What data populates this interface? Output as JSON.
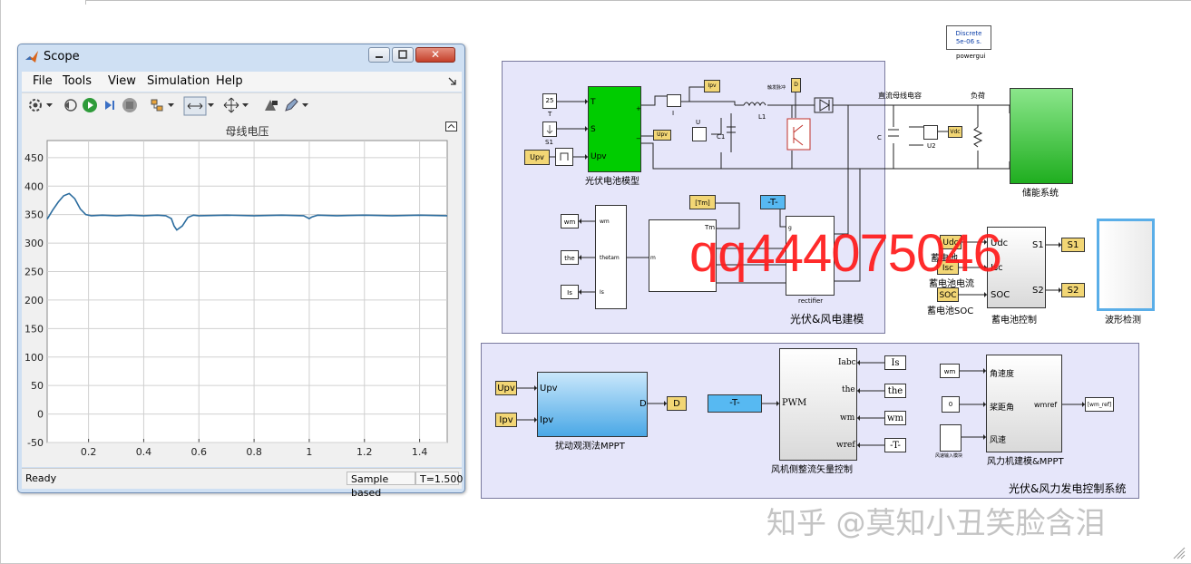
{
  "scope": {
    "title": "Scope",
    "menus": [
      "File",
      "Tools",
      "View",
      "Simulation",
      "Help"
    ],
    "plot_title": "母线电压",
    "status": {
      "left": "Ready",
      "mode": "Sample based",
      "time": "T=1.500"
    }
  },
  "chart_data": {
    "type": "line",
    "title": "母线电压",
    "xlim": [
      0.05,
      1.5
    ],
    "ylim": [
      -50,
      480
    ],
    "xticks": [
      0.2,
      0.4,
      0.6,
      0.8,
      1,
      1.2,
      1.4
    ],
    "xtick_labels": [
      "0.2",
      "0.4",
      "0.6",
      "0.8",
      "1",
      "1.2",
      "1.4"
    ],
    "yticks": [
      450,
      400,
      350,
      300,
      250,
      200,
      150,
      100,
      50,
      0,
      -50
    ],
    "ytick_labels": [
      "450",
      "400",
      "350",
      "300",
      "250",
      "200",
      "150",
      "100",
      "50",
      "0",
      "-50"
    ],
    "grid": true,
    "series": [
      {
        "x": [
          0.05,
          0.07,
          0.09,
          0.11,
          0.13,
          0.15,
          0.17,
          0.19,
          0.21,
          0.25,
          0.3,
          0.35,
          0.4,
          0.45,
          0.48,
          0.5,
          0.51,
          0.52,
          0.54,
          0.56,
          0.58,
          0.6,
          0.7,
          0.8,
          0.9,
          0.98,
          1.0,
          1.01,
          1.03,
          1.1,
          1.2,
          1.3,
          1.4,
          1.5
        ],
        "y": [
          342,
          358,
          372,
          383,
          387,
          378,
          360,
          350,
          348,
          349,
          348,
          349,
          348,
          349,
          348,
          343,
          330,
          323,
          330,
          345,
          349,
          348,
          349,
          348,
          349,
          348,
          343,
          346,
          349,
          348,
          349,
          348,
          349,
          348
        ],
        "color": "#2b6c9e"
      }
    ]
  },
  "model": {
    "powergui": {
      "line1": "Discrete",
      "line2": "5e-06 s.",
      "name": "powergui"
    },
    "pv_panel_label": "光伏&风电建模",
    "control_panel_label": "光伏&风力发电控制系统",
    "pv_block": {
      "name": "光伏电池模型",
      "ports": [
        "T",
        "S",
        "Upv"
      ]
    },
    "const_25": "25",
    "const_T": "T",
    "step_S1": "S1",
    "tags": {
      "upv": "Upv",
      "ipv": "Ipv",
      "D": "D",
      "Is": "Is",
      "the": "the",
      "wm": "wm",
      "T_neg": "-T-",
      "Tm": "[Tm]",
      "wm_ref": "[wm_ref]",
      "S1": "S1",
      "S2": "S2",
      "Vdc": "Vdc",
      "D0": "D",
      "SOC": "SOC",
      "Isc": "Isc",
      "Udc": "Udc"
    },
    "labels": {
      "I": "I",
      "U": "U",
      "C1": "C1",
      "L1": "L1",
      "boost_pulse": "触发脉冲",
      "bus_cap": "直流母线电容",
      "C": "C",
      "U2": "U2",
      "load": "负荷",
      "storage": "储能系统",
      "rectifier": "rectifier",
      "battery_voltage": "蓄电池",
      "battery_current": "蓄电池电流",
      "battery_soc": "蓄电池SOC",
      "battery_ctrl": "蓄电池控制",
      "wave": "波形检测",
      "mppt": "扰动观测法MPPT",
      "vector_ctrl": "风机侧整流矢量控制",
      "wind_model": "风力机建模&MPPT",
      "wind_input": "风速输入模块"
    },
    "demux_ports": [
      "wm",
      "thetam",
      "Is"
    ],
    "gen_ports": [
      "Tm",
      "m"
    ],
    "rect_ports": [
      "g"
    ],
    "batt_ctrl_ports": {
      "in": [
        "Udc",
        "Isc",
        "SOC"
      ],
      "out": [
        "S1",
        "S2"
      ]
    },
    "mppt_ports": {
      "in": [
        "Upv",
        "Ipv"
      ],
      "out": [
        "D"
      ]
    },
    "pwm_ports": {
      "in": [
        "PWM"
      ],
      "out": [
        "Iabc",
        "the",
        "wm",
        "wref"
      ]
    },
    "wind_ports": {
      "in": [
        "角速度",
        "桨距角",
        "风速"
      ],
      "out": [
        "wmref"
      ]
    },
    "const_zero": "0",
    "wm_input": "wm",
    "watermark": "qq444075046",
    "zhihu": "知乎 @莫知小丑笑脸含泪"
  }
}
